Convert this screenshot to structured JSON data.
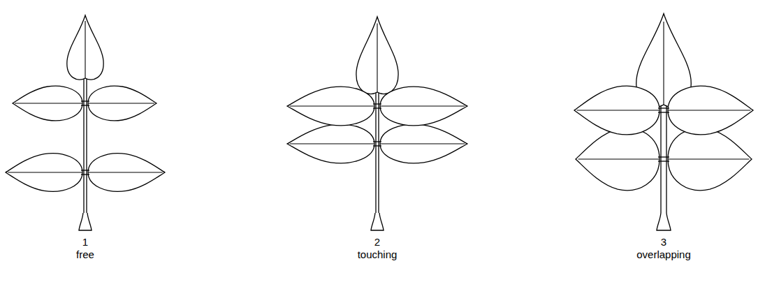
{
  "diagram": {
    "labels": [
      "1",
      "free",
      "2",
      "touching",
      "3",
      "overlapping"
    ]
  }
}
